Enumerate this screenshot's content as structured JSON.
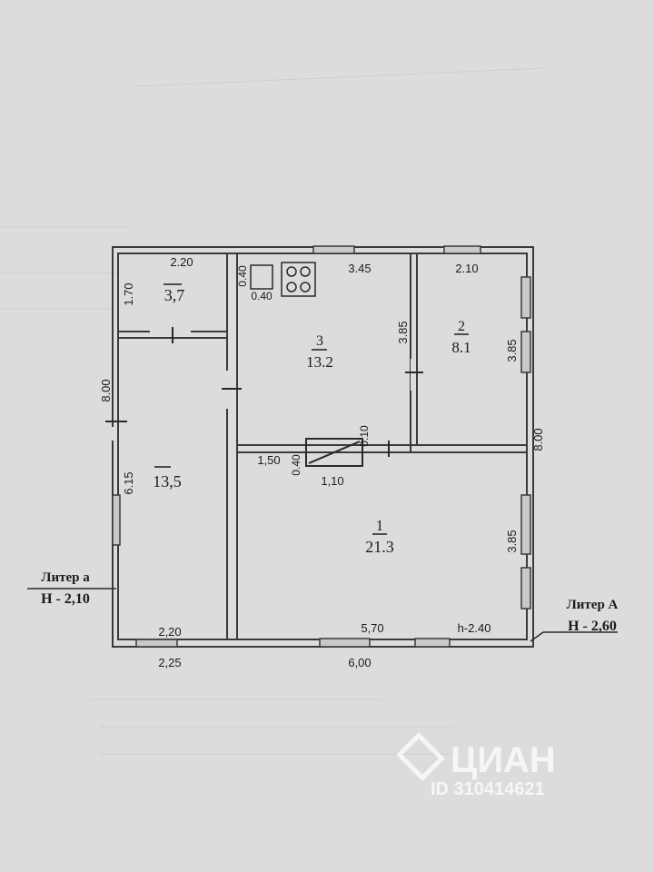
{
  "watermark": {
    "brand": "ЦИАН",
    "id": "ID 310414621"
  },
  "rooms": [
    {
      "number": "",
      "area": "3,7"
    },
    {
      "number": "",
      "area": "13,5"
    },
    {
      "number": "3",
      "area": "13.2"
    },
    {
      "number": "2",
      "area": "8.1"
    },
    {
      "number": "1",
      "area": "21.3"
    }
  ],
  "dimensions": {
    "r37_top": "2.20",
    "r37_side": "1.70",
    "r3_top": "3.45",
    "r3_side": "3.85",
    "r2_top": "2.10",
    "r2_side": "3.85",
    "r1_side": "3.85",
    "left_8": "8.00",
    "right_8": "8.00",
    "r135_side": "6.15",
    "bottom_left_inner": "2,20",
    "bottom_left_outer": "2,25",
    "bottom_main_inner": "5,70",
    "bottom_main_outer": "6,00",
    "height_mark": "h-2.40",
    "stove_a": "0.40",
    "stove_b": "0.40",
    "furnace_width": "1,10",
    "furnace_depth": "0.40",
    "furnace_gap": "0.10",
    "furnace_offset": "1,50"
  },
  "liters": {
    "small": {
      "title": "Литер а",
      "height": "Н - 2,10"
    },
    "main": {
      "title": "Литер А",
      "height": "Н - 2,60"
    }
  }
}
